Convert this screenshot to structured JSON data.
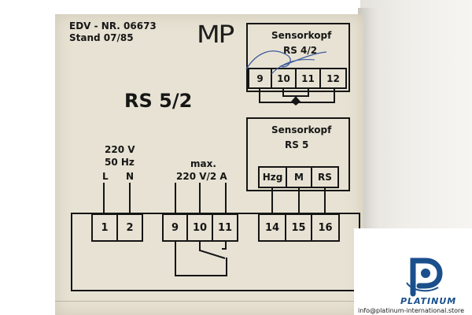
{
  "header": {
    "edv_nr": "EDV - NR. 06673",
    "stand": "Stand 07/85",
    "logo": "MP"
  },
  "model": "RS 5/2",
  "sensor_box_1": {
    "title": "Sensorkopf",
    "subtitle": "RS 4/2",
    "terminals": [
      "9",
      "10",
      "11",
      "12"
    ]
  },
  "sensor_box_2": {
    "title": "Sensorkopf",
    "subtitle": "RS 5",
    "terminals": [
      "Hzg",
      "M",
      "RS"
    ]
  },
  "power": {
    "voltage": "220 V",
    "frequency": "50 Hz",
    "l_label": "L",
    "n_label": "N"
  },
  "relay": {
    "max_label": "max.",
    "rating": "220 V/2 A"
  },
  "terminal_strip": [
    "1",
    "2",
    "9",
    "10",
    "11",
    "14",
    "15",
    "16"
  ],
  "watermark": {
    "brand": "PLATINUM",
    "url": "info@platinum-international.store",
    "brand_color": "#1a4f8c"
  }
}
